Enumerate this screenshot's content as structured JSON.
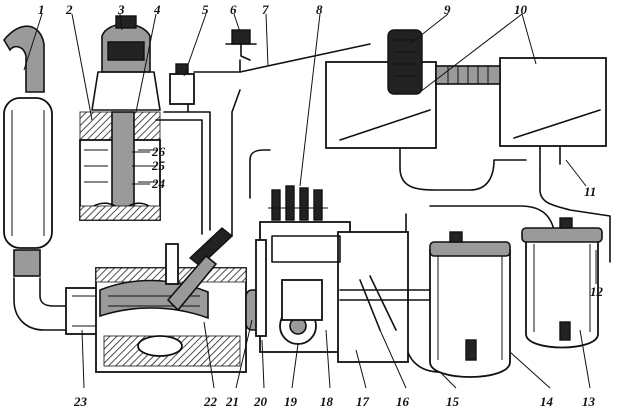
{
  "labels": [
    "1",
    "2",
    "3",
    "4",
    "5",
    "6",
    "7",
    "8",
    "9",
    "10",
    "11",
    "12",
    "13",
    "14",
    "15",
    "16",
    "17",
    "18",
    "19",
    "20",
    "21",
    "22",
    "23",
    "24",
    "25",
    "26"
  ]
}
